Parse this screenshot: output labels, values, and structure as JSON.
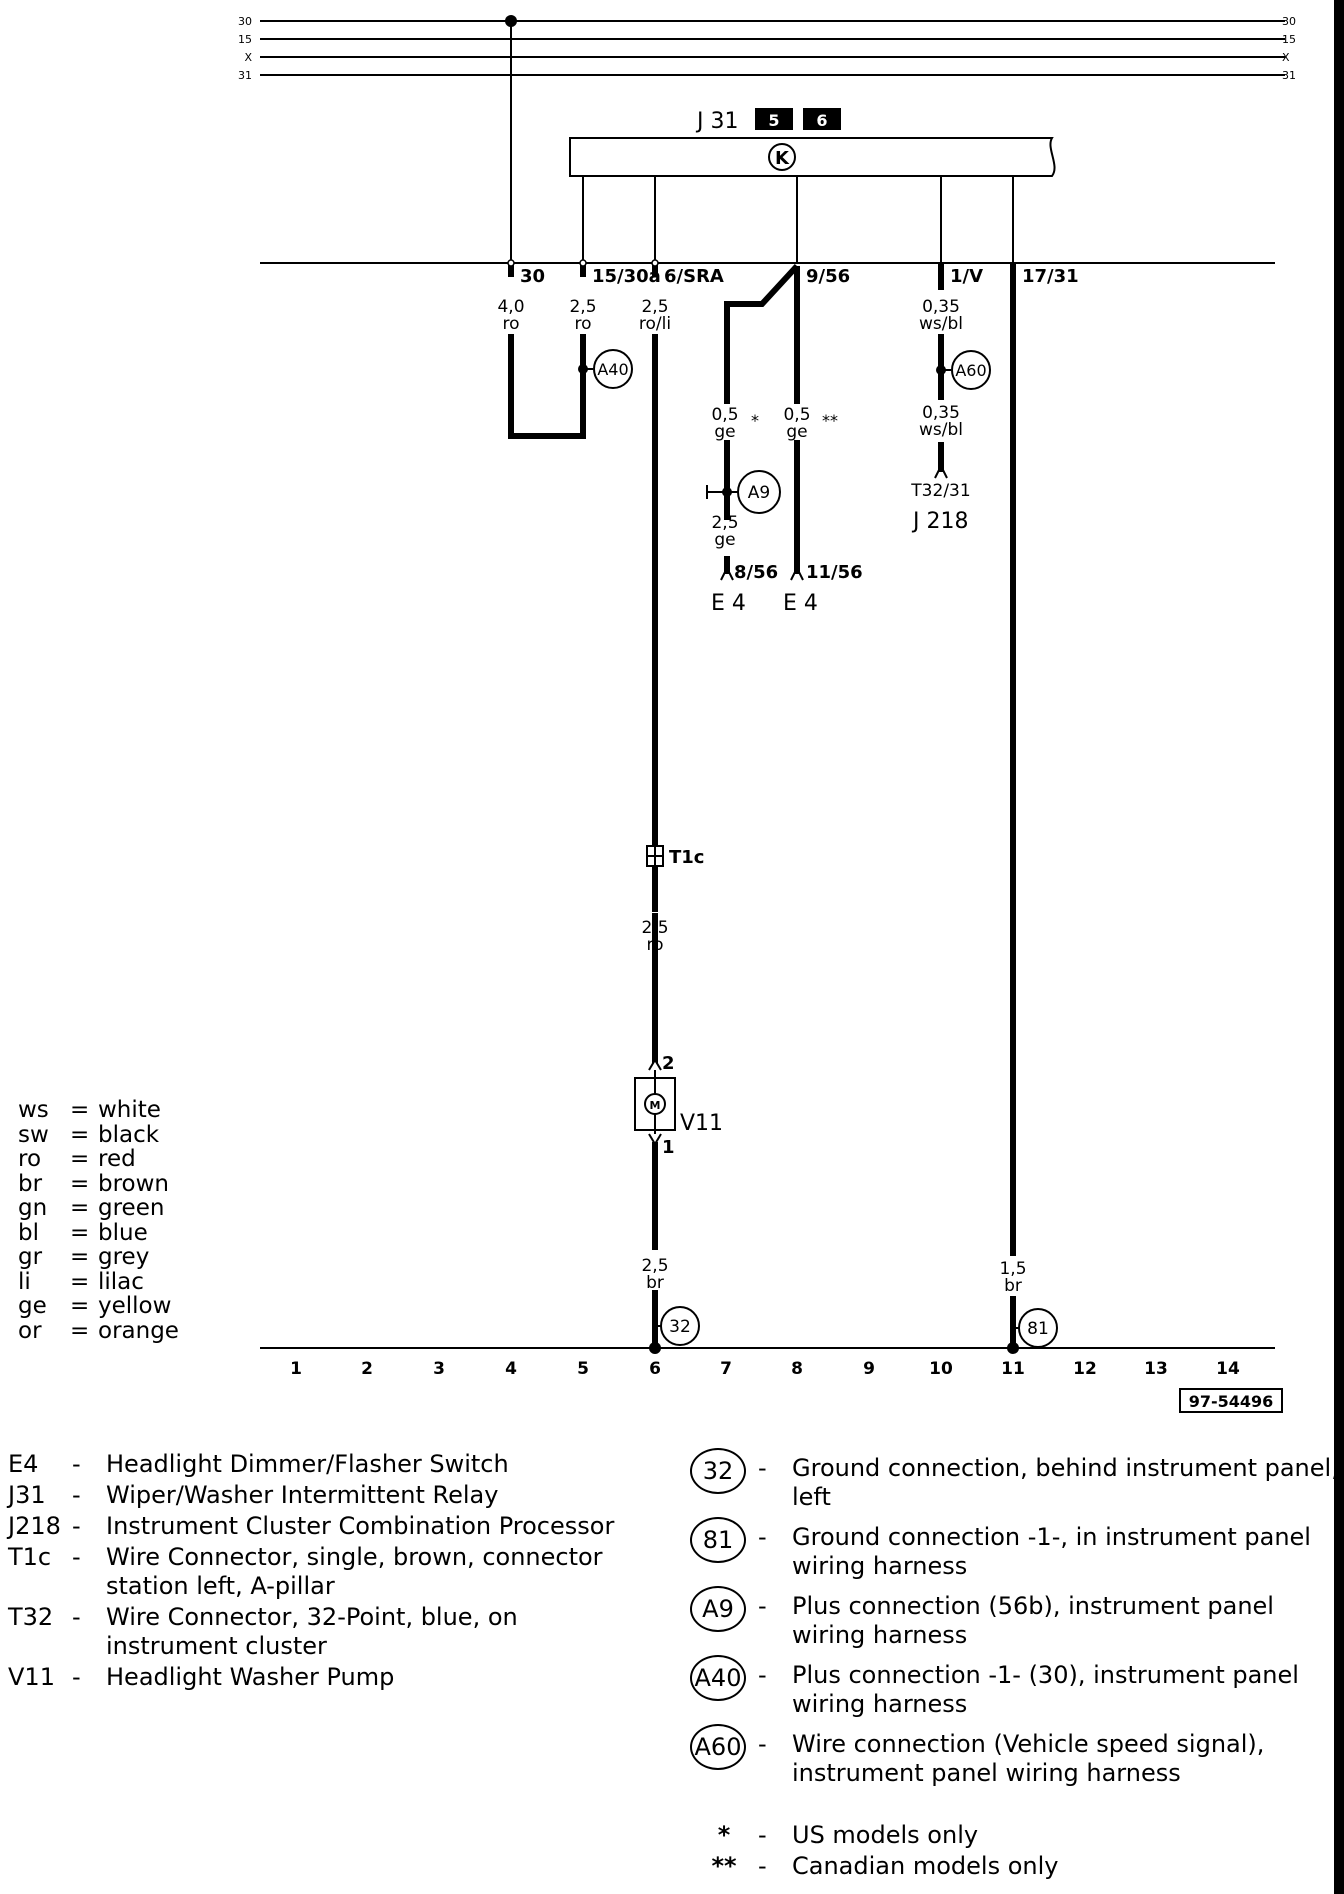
{
  "bus": {
    "lines": [
      "30",
      "15",
      "X",
      "31"
    ]
  },
  "relay": {
    "id": "J 31",
    "box_labels": [
      "5",
      "6"
    ],
    "symbol": "K"
  },
  "pins": {
    "p30": "30",
    "p15_30a": "15/30a",
    "p6_sra": "6/SRA",
    "p9_56": "9/56",
    "p1_v": "1/V",
    "p17_31": "17/31"
  },
  "wires": {
    "w1": {
      "size": "4,0",
      "color": "ro"
    },
    "w2": {
      "size": "2,5",
      "color": "ro"
    },
    "w3": {
      "size": "2,5",
      "color": "ro/li"
    },
    "w4": {
      "size": "0,35",
      "color": "ws/bl"
    },
    "w5": {
      "size": "0,5",
      "color": "ge",
      "mark": "*"
    },
    "w6": {
      "size": "0,5",
      "color": "ge",
      "mark": "**"
    },
    "w7": {
      "size": "0,35",
      "color": "ws/bl"
    },
    "w8": {
      "size": "2,5",
      "color": "ge"
    },
    "w9": {
      "size": "2,5",
      "color": "ro"
    },
    "w10": {
      "size": "2,5",
      "color": "br"
    },
    "w11": {
      "size": "1,5",
      "color": "br"
    }
  },
  "terminals": {
    "t8_56": "8/56",
    "t11_56": "11/56",
    "t32_31": "T32/31",
    "j218": "J 218",
    "e4a": "E 4",
    "e4b": "E 4",
    "t1c": "T1c",
    "v11": "V11",
    "v11_pin2": "2",
    "v11_pin1": "1",
    "motor": "M"
  },
  "connections": {
    "a40": "A40",
    "a60": "A60",
    "a9": "A9",
    "g32": "32",
    "g81": "81"
  },
  "grid_numbers": [
    "1",
    "2",
    "3",
    "4",
    "5",
    "6",
    "7",
    "8",
    "9",
    "10",
    "11",
    "12",
    "13",
    "14"
  ],
  "figure_id": "97-54496",
  "color_legend": [
    {
      "code": "ws",
      "name": "white"
    },
    {
      "code": "sw",
      "name": "black"
    },
    {
      "code": "ro",
      "name": "red"
    },
    {
      "code": "br",
      "name": "brown"
    },
    {
      "code": "gn",
      "name": "green"
    },
    {
      "code": "bl",
      "name": "blue"
    },
    {
      "code": "gr",
      "name": "grey"
    },
    {
      "code": "li",
      "name": "lilac"
    },
    {
      "code": "ge",
      "name": "yellow"
    },
    {
      "code": "or",
      "name": "orange"
    }
  ],
  "components": [
    {
      "code": "E4",
      "desc": "Headlight Dimmer/Flasher Switch"
    },
    {
      "code": "J31",
      "desc": "Wiper/Washer Intermittent Relay"
    },
    {
      "code": "J218",
      "desc": "Instrument Cluster Combination Processor"
    },
    {
      "code": "T1c",
      "desc": "Wire Connector, single, brown, connector station left, A-pillar"
    },
    {
      "code": "T32",
      "desc": "Wire Connector, 32-Point, blue, on instrument cluster"
    },
    {
      "code": "V11",
      "desc": "Headlight Washer Pump"
    }
  ],
  "connection_legend": [
    {
      "code": "32",
      "desc": "Ground connection, behind instrument panel, left"
    },
    {
      "code": "81",
      "desc": "Ground connection -1-, in instrument panel wiring harness"
    },
    {
      "code": "A9",
      "desc": "Plus connection (56b), instrument panel wiring harness"
    },
    {
      "code": "A40",
      "desc": "Plus connection -1- (30), instrument panel wiring harness"
    },
    {
      "code": "A60",
      "desc": "Wire connection (Vehicle speed signal), instrument panel wiring harness"
    }
  ],
  "notes": [
    {
      "mark": "*",
      "desc": "US models only"
    },
    {
      "mark": "**",
      "desc": "Canadian models only"
    }
  ]
}
